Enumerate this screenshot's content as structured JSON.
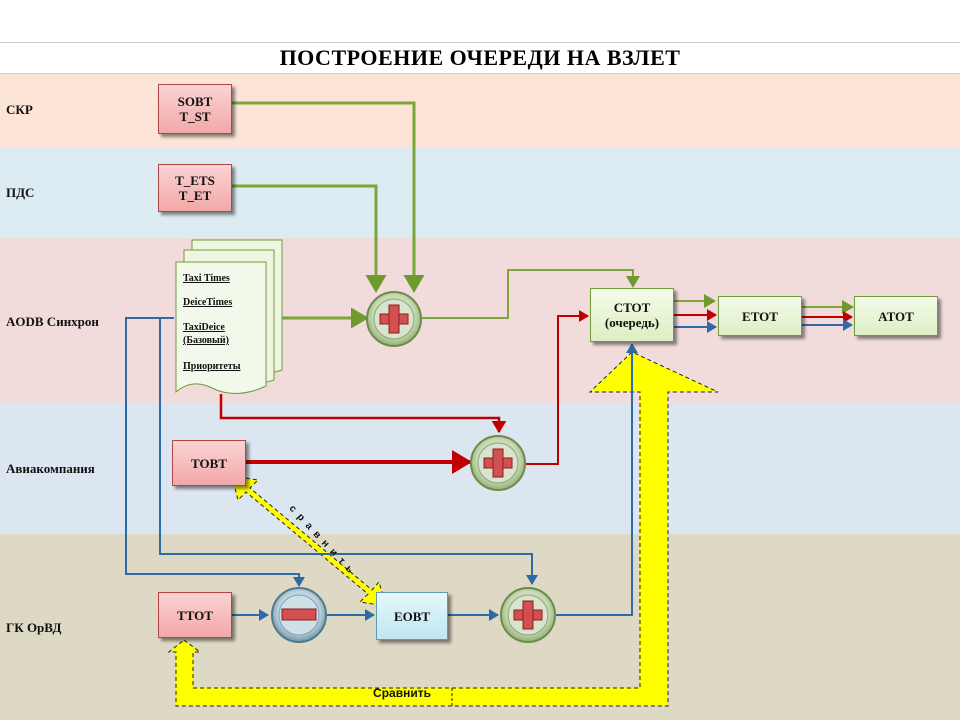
{
  "title": "ПОСТРОЕНИЕ ОЧЕРЕДИ НА ВЗЛЕТ",
  "lanes": [
    {
      "label": "СКР",
      "color": "#fce4d6"
    },
    {
      "label": "ПДС",
      "color": "#ddebf3"
    },
    {
      "label": "AODB Синхрон",
      "color": "#f2dcdb"
    },
    {
      "label": "Авиакомпания",
      "color": "#dce6f1"
    },
    {
      "label": "ГК ОрВД",
      "color": "#ddd9c4"
    }
  ],
  "boxes": {
    "sobt": {
      "line1": "SOBT",
      "line2": "T_ST"
    },
    "tets": {
      "line1": "T_ETS",
      "line2": "T_ET"
    },
    "tobt": {
      "label": "TOBT"
    },
    "ttot": {
      "label": "TTOT"
    },
    "eobt": {
      "label": "EOBT"
    },
    "ctot": {
      "line1": "CTOT",
      "line2": "(очередь)"
    },
    "etot": {
      "label": "ETOT"
    },
    "atot": {
      "label": "ATOT"
    }
  },
  "document": {
    "items": [
      "Taxi Times",
      "DeiceTimes",
      "TaxiDeice",
      "(Базовый)",
      "Приоритеты"
    ]
  },
  "compare_bottom": "Сравнить",
  "compare_diagonal": "сравнить",
  "colors": {
    "green_arrow": "#7aa63a",
    "red_arrow": "#c00000",
    "blue_arrow": "#2e6aa6",
    "yellow": "#ffff00"
  }
}
